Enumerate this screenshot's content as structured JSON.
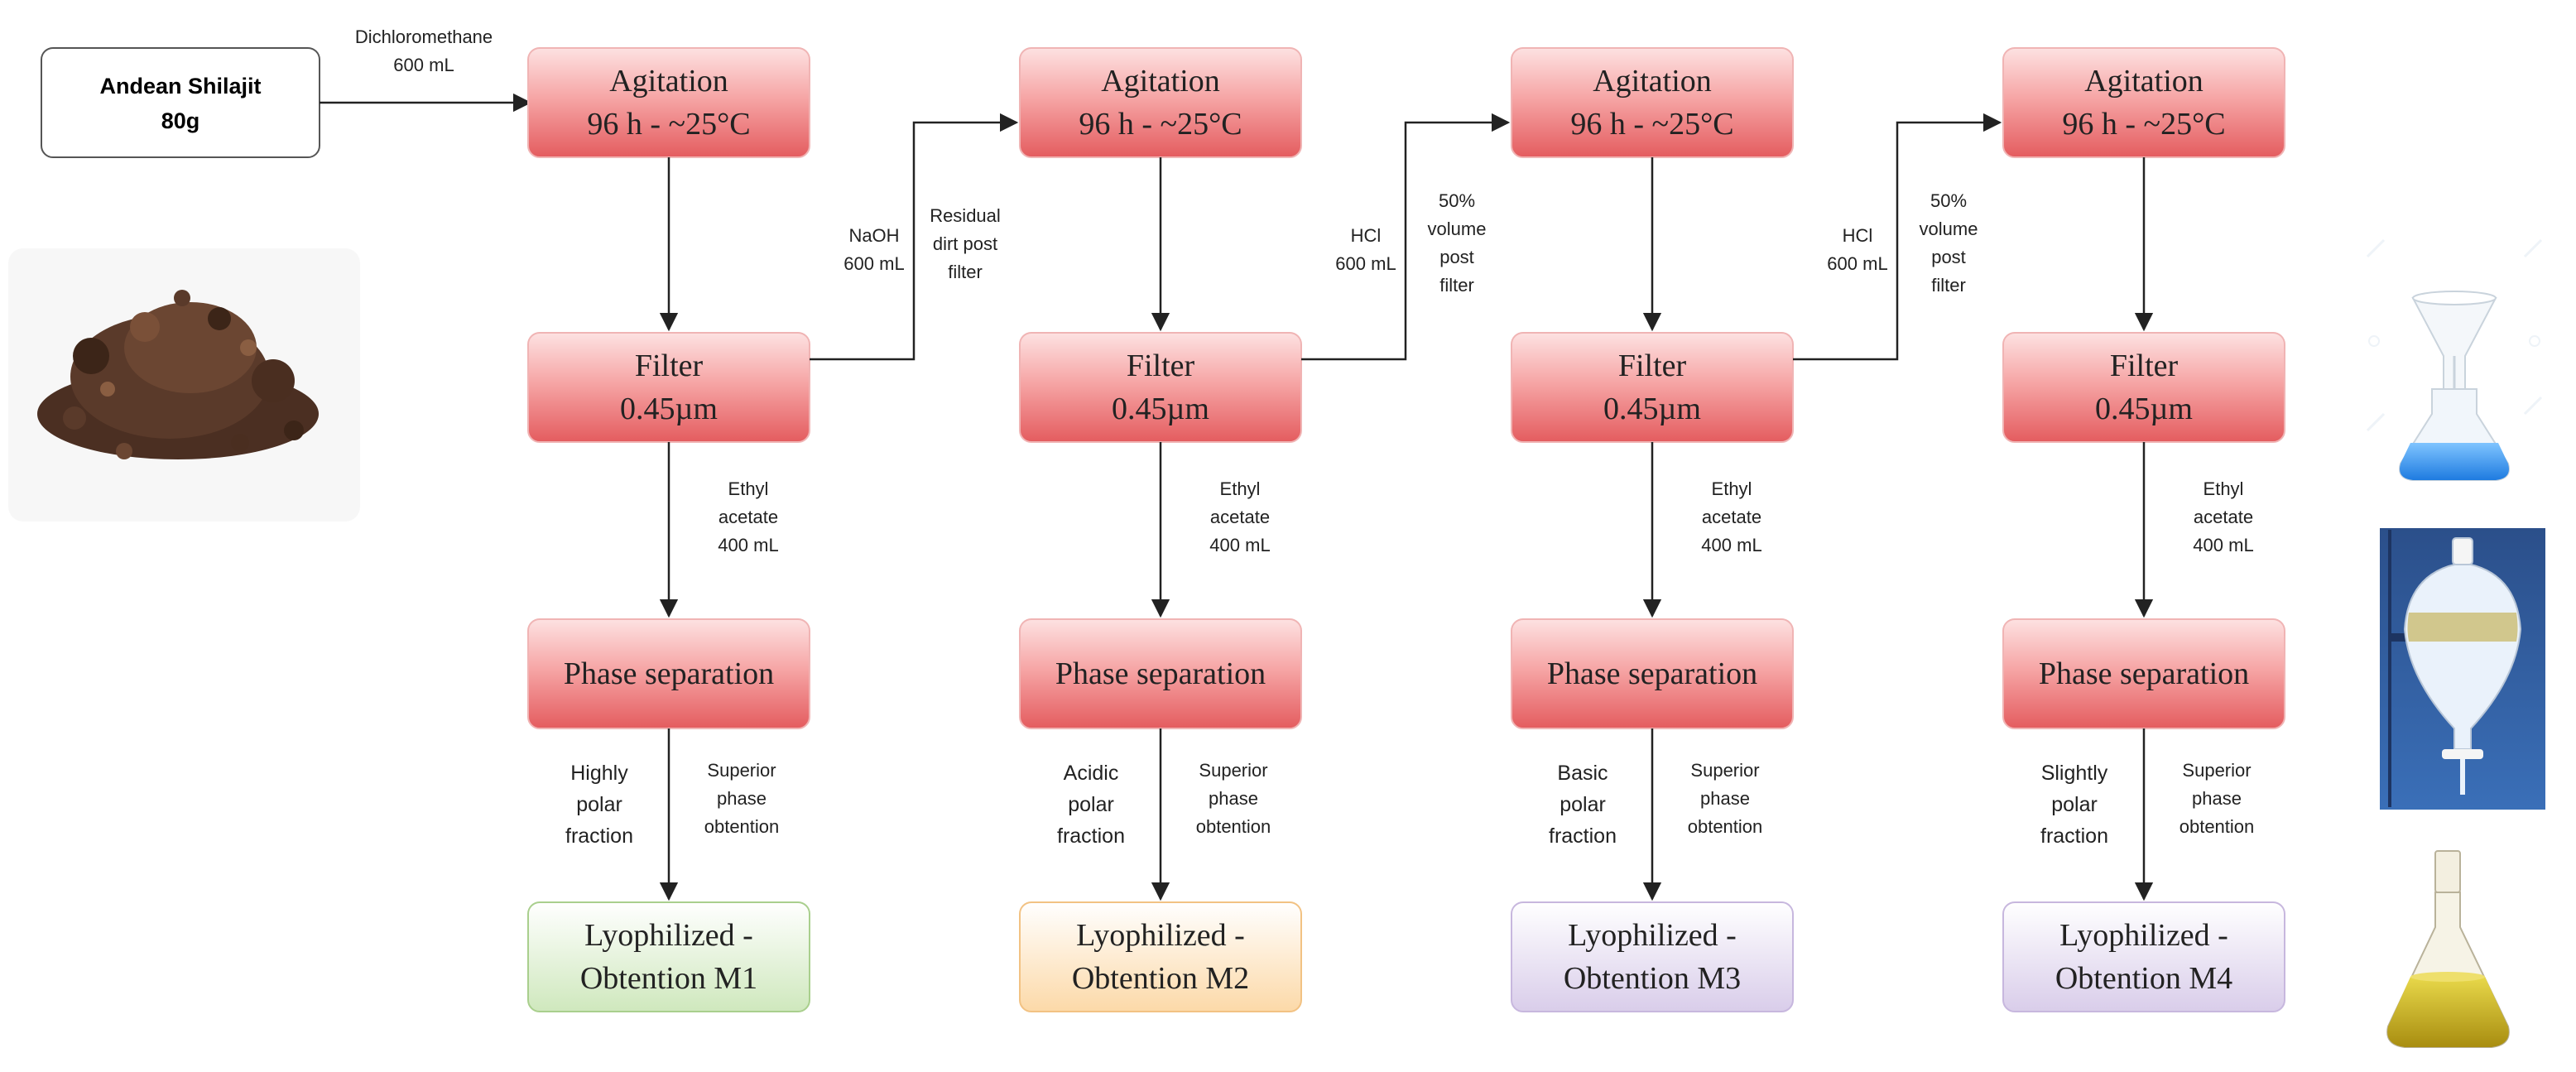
{
  "start_node": {
    "line1": "Andean Shilajit",
    "line2": "80g"
  },
  "solvent_1": {
    "line1": "Dichloromethane",
    "line2": "600 mL"
  },
  "columns": [
    {
      "agitation": {
        "line1": "Agitation",
        "line2": "96 h - ~25°C"
      },
      "filter": {
        "line1": "Filter",
        "line2": "0.45µm"
      },
      "extract": {
        "line1": "Ethyl",
        "line2": "acetate",
        "line3": "400 mL"
      },
      "phase": {
        "label": "Phase separation"
      },
      "fraction": {
        "line1": "Highly",
        "line2": "polar",
        "line3": "fraction"
      },
      "superior": {
        "line1": "Superior",
        "line2": "phase",
        "line3": "obtention"
      },
      "lyophilized": {
        "line1": "Lyophilized -",
        "line2": "Obtention M1",
        "color": "#d6ecc6"
      }
    },
    {
      "agitation": {
        "line1": "Agitation",
        "line2": "96 h - ~25°C"
      },
      "filter": {
        "line1": "Filter",
        "line2": "0.45µm"
      },
      "extract": {
        "line1": "Ethyl",
        "line2": "acetate",
        "line3": "400 mL"
      },
      "phase": {
        "label": "Phase separation"
      },
      "fraction": {
        "line1": "Acidic",
        "line2": "polar",
        "line3": "fraction"
      },
      "superior": {
        "line1": "Superior",
        "line2": "phase",
        "line3": "obtention"
      },
      "lyophilized": {
        "line1": "Lyophilized -",
        "line2": "Obtention M2",
        "color": "#fde2bf"
      }
    },
    {
      "agitation": {
        "line1": "Agitation",
        "line2": "96 h - ~25°C"
      },
      "filter": {
        "line1": "Filter",
        "line2": "0.45µm"
      },
      "extract": {
        "line1": "Ethyl",
        "line2": "acetate",
        "line3": "400 mL"
      },
      "phase": {
        "label": "Phase separation"
      },
      "fraction": {
        "line1": "Basic",
        "line2": "polar",
        "line3": "fraction"
      },
      "superior": {
        "line1": "Superior",
        "line2": "phase",
        "line3": "obtention"
      },
      "lyophilized": {
        "line1": "Lyophilized -",
        "line2": "Obtention M3",
        "color": "#e2d8ee"
      }
    },
    {
      "agitation": {
        "line1": "Agitation",
        "line2": "96 h - ~25°C"
      },
      "filter": {
        "line1": "Filter",
        "line2": "0.45µm"
      },
      "extract": {
        "line1": "Ethyl",
        "line2": "acetate",
        "line3": "400 mL"
      },
      "phase": {
        "label": "Phase separation"
      },
      "fraction": {
        "line1": "Slightly",
        "line2": "polar",
        "line3": "fraction"
      },
      "superior": {
        "line1": "Superior",
        "line2": "phase",
        "line3": "obtention"
      },
      "lyophilized": {
        "line1": "Lyophilized -",
        "line2": "Obtention M4",
        "color": "#e2d8ee"
      }
    }
  ],
  "transfers": [
    {
      "reagent": {
        "line1": "NaOH",
        "line2": "600 mL"
      },
      "note": {
        "line1": "Residual",
        "line2": "dirt post",
        "line3": "filter"
      }
    },
    {
      "reagent": {
        "line1": "HCl",
        "line2": "600 mL"
      },
      "note": {
        "line1": "50%",
        "line2": "volume",
        "line3": "post",
        "line4": "filter"
      }
    },
    {
      "reagent": {
        "line1": "HCl",
        "line2": "600 mL"
      },
      "note": {
        "line1": "50%",
        "line2": "volume",
        "line3": "post",
        "line4": "filter"
      }
    }
  ],
  "colors": {
    "red_top": "#fcd9d9",
    "red_bottom": "#e8696b",
    "red_border": "#f0b4b4",
    "arrow": "#222222"
  },
  "illustrations": [
    "shilajit-powder",
    "filter-funnel-flask",
    "separatory-funnel",
    "erlenmeyer-flask-yellow"
  ]
}
